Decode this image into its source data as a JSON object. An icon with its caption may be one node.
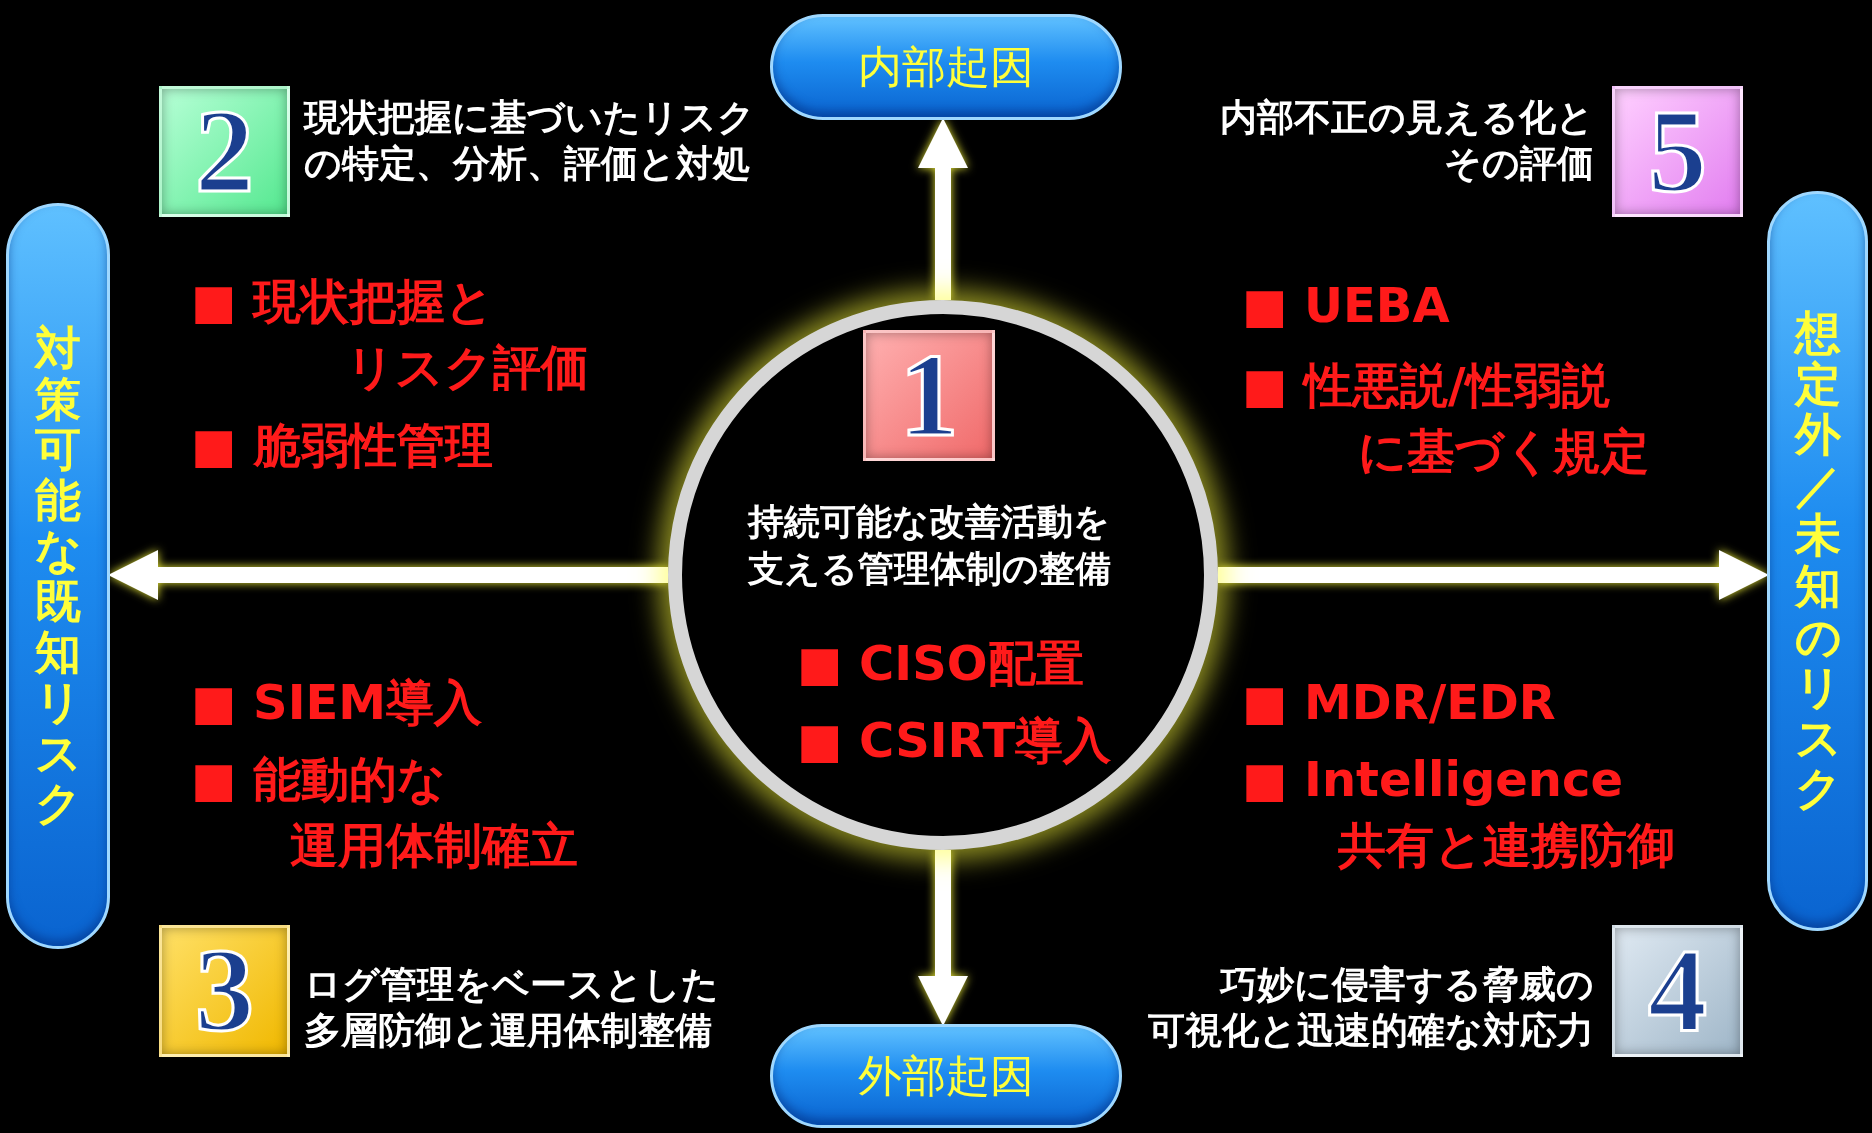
{
  "diagram": {
    "nodes": [
      {
        "text": [
          "内部起因"
        ]
      },
      {
        "text": [
          "2"
        ],
        "beside": [
          "現状把握に基づいたリスクの特定、分析、評価と対処"
        ]
      },
      {
        "text": [
          "5"
        ],
        "beside": [
          "内部不正の見える化とその評価"
        ]
      },
      {
        "text": [
          "対策可能な既知リスク"
        ]
      },
      {
        "text": [
          "持続可能な改善活動を支える管理体制の整備",
          "■ CISO配置",
          "■ CSIRT導入"
        ]
      },
      {
        "text": [
          "1"
        ],
        "in": 4
      },
      {
        "text": [
          "想定外／未知のリスク"
        ]
      },
      {
        "text": [
          "3"
        ],
        "beside": [
          "ログ管理をベースとした多層防御と運用体制整備"
        ]
      },
      {
        "text": [
          "4"
        ],
        "beside": [
          "巧妙に侵害する脅威の可視化と迅速的確な対応力"
        ]
      },
      {
        "text": [
          "外部起因"
        ]
      }
    ],
    "edges": [
      {
        "from": 4,
        "to": 0,
        "arrow": "to"
      },
      {
        "from": 4,
        "to": 3,
        "arrow": "to"
      },
      {
        "from": 4,
        "to": 6,
        "arrow": "to"
      },
      {
        "from": 4,
        "to": 9,
        "arrow": "to"
      }
    ],
    "labels": [
      "■ 現状把握とリスク評価",
      "■ 脆弱性管理",
      "■ UEBA",
      "■ 性悪説/性弱説に基づく規定",
      "■ SIEM導入",
      "■ 能動的な運用体制確立",
      "■ MDR/EDR",
      "■ Intelligence共有と連携防御"
    ]
  }
}
